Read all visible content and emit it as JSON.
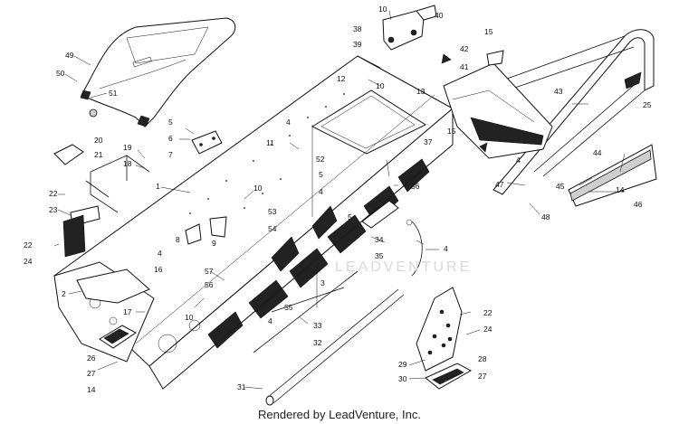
{
  "diagram": {
    "callouts": [
      {
        "id": "c10a",
        "label": "10"
      },
      {
        "id": "c40",
        "label": "40"
      },
      {
        "id": "c38",
        "label": "38"
      },
      {
        "id": "c39",
        "label": "39"
      },
      {
        "id": "c15a",
        "label": "15"
      },
      {
        "id": "c42",
        "label": "42"
      },
      {
        "id": "c41",
        "label": "41"
      },
      {
        "id": "c49",
        "label": "49"
      },
      {
        "id": "c50",
        "label": "50"
      },
      {
        "id": "c51",
        "label": "51"
      },
      {
        "id": "c12",
        "label": "12"
      },
      {
        "id": "c10b",
        "label": "10"
      },
      {
        "id": "c13",
        "label": "13"
      },
      {
        "id": "c43",
        "label": "43"
      },
      {
        "id": "c25",
        "label": "25"
      },
      {
        "id": "c5a",
        "label": "5"
      },
      {
        "id": "c6",
        "label": "6"
      },
      {
        "id": "c7",
        "label": "7"
      },
      {
        "id": "c4a",
        "label": "4"
      },
      {
        "id": "c11",
        "label": "11"
      },
      {
        "id": "c37",
        "label": "37"
      },
      {
        "id": "c15b",
        "label": "15"
      },
      {
        "id": "c20",
        "label": "20"
      },
      {
        "id": "c19",
        "label": "19"
      },
      {
        "id": "c21",
        "label": "21"
      },
      {
        "id": "c18",
        "label": "18"
      },
      {
        "id": "c52",
        "label": "52"
      },
      {
        "id": "c44",
        "label": "44"
      },
      {
        "id": "c4b",
        "label": "4"
      },
      {
        "id": "c1",
        "label": "1"
      },
      {
        "id": "c5b",
        "label": "5"
      },
      {
        "id": "c36",
        "label": "36"
      },
      {
        "id": "c47",
        "label": "47"
      },
      {
        "id": "c10c",
        "label": "10"
      },
      {
        "id": "c4c",
        "label": "4"
      },
      {
        "id": "c45",
        "label": "45"
      },
      {
        "id": "c14a",
        "label": "14"
      },
      {
        "id": "c22a",
        "label": "22"
      },
      {
        "id": "c23",
        "label": "23"
      },
      {
        "id": "c53",
        "label": "53"
      },
      {
        "id": "c5c",
        "label": "5"
      },
      {
        "id": "c46",
        "label": "46"
      },
      {
        "id": "c48",
        "label": "48"
      },
      {
        "id": "c54",
        "label": "54"
      },
      {
        "id": "c34",
        "label": "34"
      },
      {
        "id": "c8",
        "label": "8"
      },
      {
        "id": "c9",
        "label": "9"
      },
      {
        "id": "c22b",
        "label": "22"
      },
      {
        "id": "c4d",
        "label": "4"
      },
      {
        "id": "c24a",
        "label": "24"
      },
      {
        "id": "c35",
        "label": "35"
      },
      {
        "id": "c4e",
        "label": "4"
      },
      {
        "id": "c16",
        "label": "16"
      },
      {
        "id": "c57",
        "label": "57"
      },
      {
        "id": "c56",
        "label": "56"
      },
      {
        "id": "c2",
        "label": "2"
      },
      {
        "id": "c3",
        "label": "3"
      },
      {
        "id": "c17",
        "label": "17"
      },
      {
        "id": "c10d",
        "label": "10"
      },
      {
        "id": "c55",
        "label": "55"
      },
      {
        "id": "c22c",
        "label": "22"
      },
      {
        "id": "c4f",
        "label": "4"
      },
      {
        "id": "c24b",
        "label": "24"
      },
      {
        "id": "c26",
        "label": "26"
      },
      {
        "id": "c33",
        "label": "33"
      },
      {
        "id": "c32",
        "label": "32"
      },
      {
        "id": "c27a",
        "label": "27"
      },
      {
        "id": "c29",
        "label": "29"
      },
      {
        "id": "c28",
        "label": "28"
      },
      {
        "id": "c14b",
        "label": "14"
      },
      {
        "id": "c30",
        "label": "30"
      },
      {
        "id": "c27b",
        "label": "27"
      },
      {
        "id": "c31",
        "label": "31"
      }
    ],
    "watermark": "LEADVENTURE",
    "footer_credit": "Rendered by LeadVenture, Inc."
  }
}
